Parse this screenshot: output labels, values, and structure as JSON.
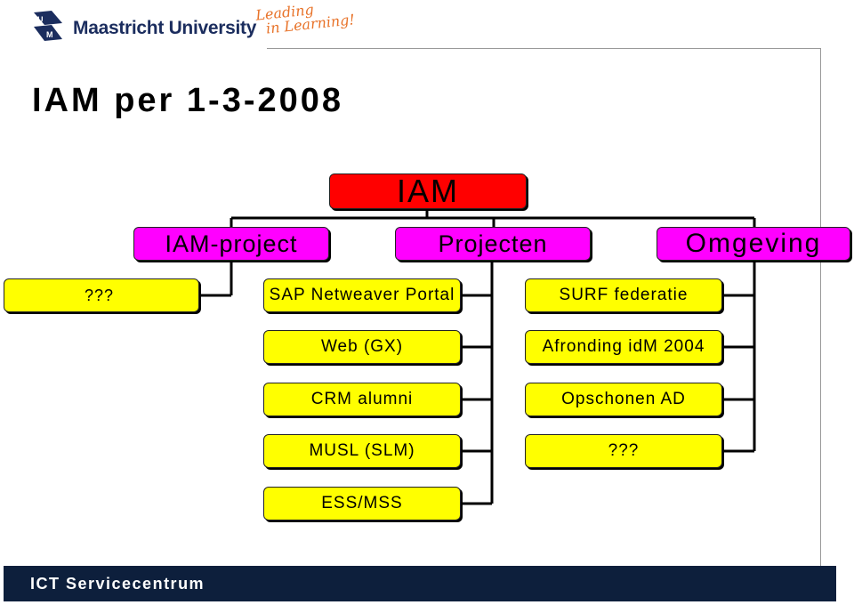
{
  "header": {
    "logo_text": "Maastricht University",
    "tagline_line1": "Leading",
    "tagline_line2": "in Learning!"
  },
  "slide_title": "IAM per 1-3-2008",
  "diagram": {
    "root": "IAM",
    "branches": {
      "iam_project": "IAM-project",
      "projecten": "Projecten",
      "omgeving": "Omgeving"
    },
    "unknown_left": "???",
    "projecten_left": [
      "SAP Netweaver Portal",
      "Web (GX)",
      "CRM alumni",
      "MUSL (SLM)",
      "ESS/MSS"
    ],
    "projecten_right": [
      "SURF federatie",
      "Afronding idM 2004",
      "Opschonen AD",
      "???"
    ]
  },
  "footer": {
    "text": "ICT Servicecentrum"
  },
  "colors": {
    "root": "#ff0000",
    "branch": "#ff00ff",
    "leaf": "#ffff00",
    "footer": "#0d1f3c",
    "brand": "#1b2d5e",
    "tagline": "#e8732a"
  }
}
